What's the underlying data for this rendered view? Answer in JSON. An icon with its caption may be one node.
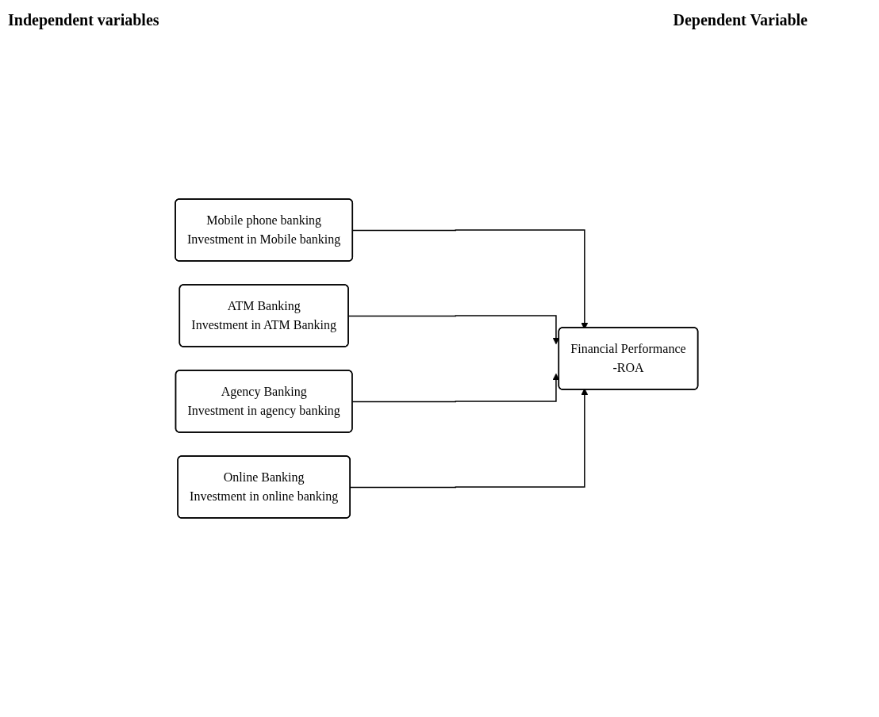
{
  "diagram": {
    "nodes": [
      {
        "text": [
          "Mobile phone banking",
          "Investment in Mobile banking"
        ]
      },
      {
        "text": [
          "ATM Banking",
          "Investment in ATM Banking"
        ]
      },
      {
        "text": [
          "Agency Banking",
          "Investment in agency banking"
        ]
      },
      {
        "text": [
          "Online Banking",
          "Investment in online banking"
        ]
      },
      {
        "text": [
          "Financial Performance",
          "-ROA"
        ]
      }
    ],
    "edges": [
      {
        "from": 0,
        "to": 4,
        "arrow": "to"
      },
      {
        "from": 1,
        "to": 4,
        "arrow": "to"
      },
      {
        "from": 2,
        "to": 4,
        "arrow": "to"
      },
      {
        "from": 3,
        "to": 4,
        "arrow": "to"
      }
    ],
    "labels": [
      "Independent variables",
      "Dependent Variable"
    ]
  }
}
